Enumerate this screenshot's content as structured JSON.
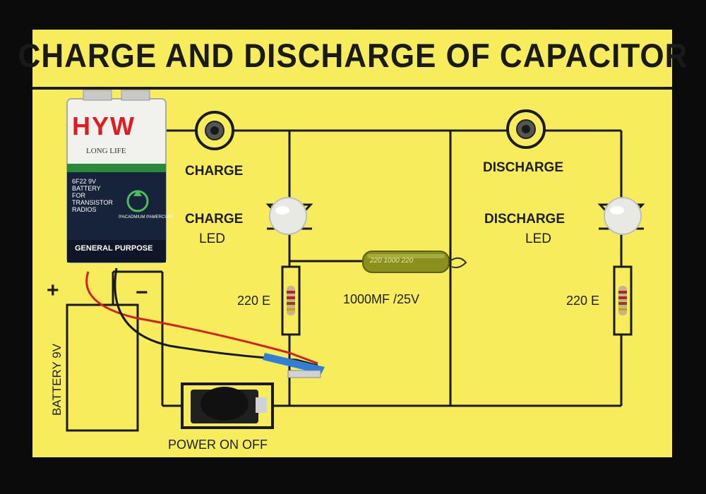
{
  "title": "CHARGE AND DISCHARGE OF CAPACITOR",
  "labels": {
    "charge": "CHARGE",
    "charge_led_line1": "CHARGE",
    "charge_led_line2": "LED",
    "discharge": "DISCHARGE",
    "discharge_led_line1": "DISCHARGE",
    "discharge_led_line2": "LED",
    "resistor_left": "220 E",
    "resistor_right": "220 E",
    "capacitor": "1000MF /25V",
    "battery": "BATTERY 9V",
    "plus": "+",
    "minus": "−",
    "power": "POWER ON OFF"
  },
  "battery_cell": {
    "brand": "HYW",
    "tagline": "LONG LIFE",
    "spec_line1": "6F22 9V",
    "spec_line2": "BATTERY",
    "spec_line3": "FOR",
    "spec_line4": "TRANSISTOR",
    "spec_line5": "RADIOS",
    "warning": "0%CADMIUM 0%MERCURY",
    "footer": "GENERAL PURPOSE"
  },
  "capacitor_print": "220 1000 220",
  "colors": {
    "board": "#f6ec5c",
    "frame": "#0b0b0b",
    "wire": "#1a1a1a",
    "red_wire": "#d42020",
    "capacitor": "#8a8f1e",
    "brand_red": "#e01b24"
  }
}
